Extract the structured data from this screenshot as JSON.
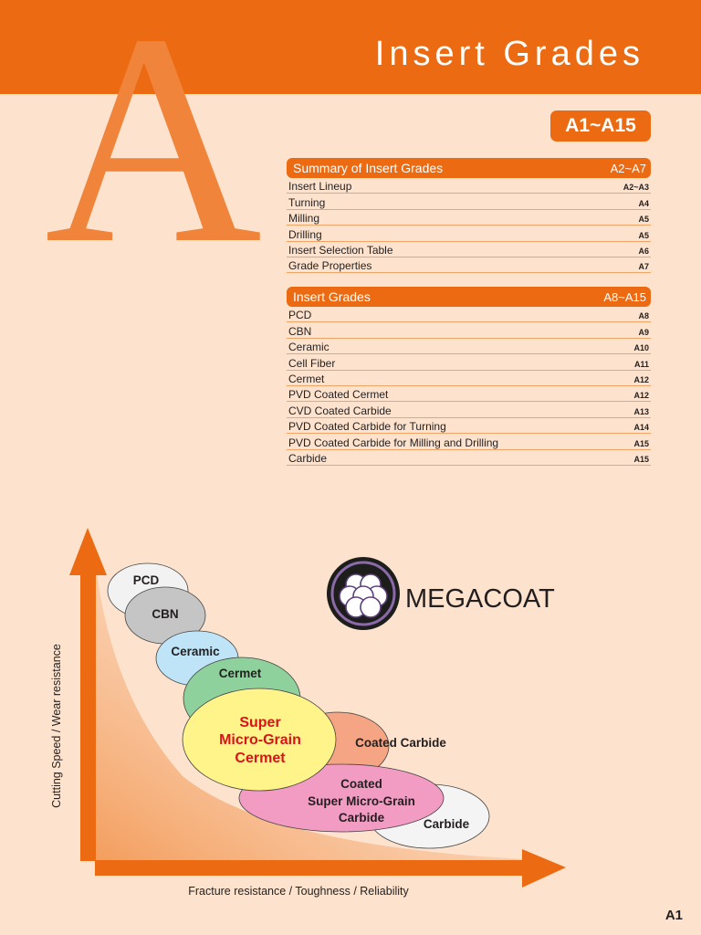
{
  "header": {
    "big_letter": "A",
    "title": "Insert Grades",
    "range_badge": "A1~A15"
  },
  "summary": {
    "heading": "Summary of Insert Grades",
    "heading_page": "A2~A7",
    "rows": [
      {
        "label": "Insert Lineup",
        "page": "A2~A3"
      },
      {
        "label": "Turning",
        "page": "A4"
      },
      {
        "label": "Milling",
        "page": "A5"
      },
      {
        "label": "Drilling",
        "page": "A5"
      },
      {
        "label": "Insert Selection Table",
        "page": "A6"
      },
      {
        "label": "Grade Properties",
        "page": "A7"
      }
    ]
  },
  "grades": {
    "heading": "Insert Grades",
    "heading_page": "A8~A15",
    "rows": [
      {
        "label": "PCD",
        "page": "A8"
      },
      {
        "label": "CBN",
        "page": "A9"
      },
      {
        "label": "Ceramic",
        "page": "A10"
      },
      {
        "label": "Cell Fiber",
        "page": "A11"
      },
      {
        "label": "Cermet",
        "page": "A12"
      },
      {
        "label": "PVD Coated Cermet",
        "page": "A12"
      },
      {
        "label": "CVD Coated Carbide",
        "page": "A13"
      },
      {
        "label": "PVD Coated Carbide for Turning",
        "page": "A14"
      },
      {
        "label": "PVD Coated Carbide for Milling and Drilling",
        "page": "A15"
      },
      {
        "label": "Carbide",
        "page": "A15"
      }
    ]
  },
  "diagram": {
    "y_axis": "Cutting Speed / Wear resistance",
    "x_axis": "Fracture resistance / Toughness / Reliability",
    "logo_text": "MEGACOAT",
    "labels": {
      "pcd": "PCD",
      "cbn": "CBN",
      "ceramic": "Ceramic",
      "cermet": "Cermet",
      "smg_cermet": [
        "Super",
        "Micro-Grain",
        "Cermet"
      ],
      "coated_carbide": "Coated Carbide",
      "smg_carbide": [
        "Coated",
        "Super Micro-Grain",
        "Carbide"
      ],
      "carbide": "Carbide"
    },
    "colors": {
      "pcd": "#f2f2f2",
      "cbn": "#c5c5c5",
      "ceramic": "#bfe4f7",
      "cermet": "#8fd19c",
      "smg_cermet": "#fff48a",
      "coated_carbide": "#f5a583",
      "smg_carbide": "#f29bc3",
      "carbide": "#f4f4f4",
      "accent": "#ec6b12",
      "smg_cermet_text": "#d7141a"
    }
  },
  "footer": {
    "page_number": "A1"
  }
}
